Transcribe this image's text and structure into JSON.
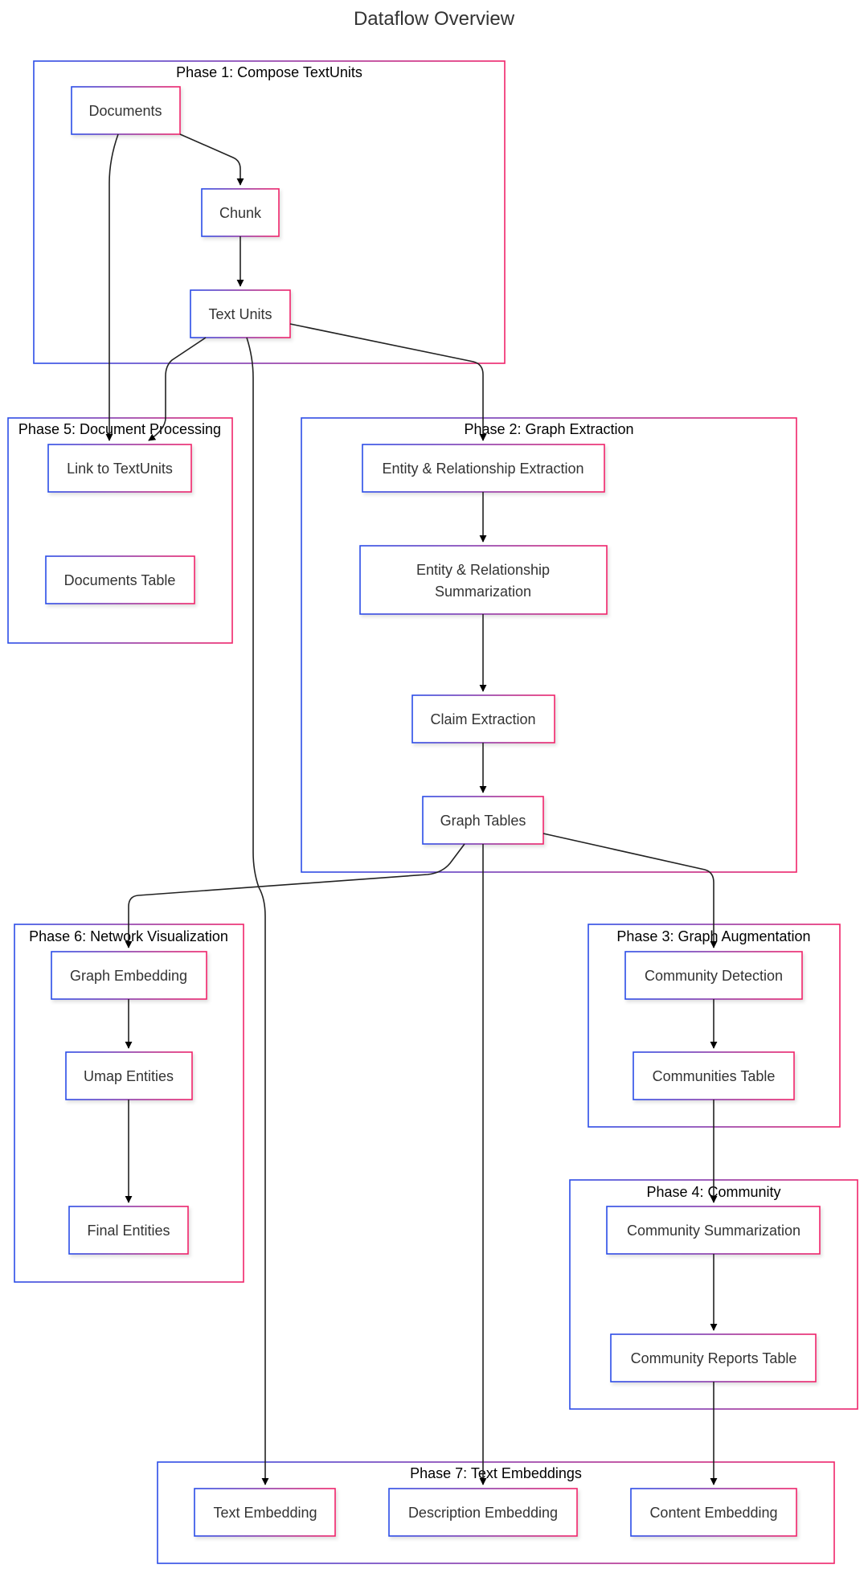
{
  "title": "Dataflow Overview",
  "colors": {
    "gradient_start": "#2b4de8",
    "gradient_end": "#f0246a",
    "edge": "#222222"
  },
  "groups": {
    "p1": "Phase 1: Compose TextUnits",
    "p2": "Phase 2: Graph Extraction",
    "p3": "Phase 3: Graph Augmentation",
    "p4": "Phase 4: Community",
    "p5": "Phase 5: Document Processing",
    "p6": "Phase 6: Network Visualization",
    "p7": "Phase 7: Text Embeddings"
  },
  "nodes": {
    "documents": "Documents",
    "chunk": "Chunk",
    "text_units": "Text Units",
    "link_textunits": "Link to TextUnits",
    "documents_table": "Documents Table",
    "er_extraction": "Entity & Relationship Extraction",
    "er_summarization_1": "Entity & Relationship",
    "er_summarization_2": "Summarization",
    "claim_extraction": "Claim Extraction",
    "graph_tables": "Graph Tables",
    "graph_embedding": "Graph Embedding",
    "umap_entities": "Umap Entities",
    "final_entities": "Final Entities",
    "community_detection": "Community Detection",
    "communities_table": "Communities Table",
    "community_summarization": "Community Summarization",
    "community_reports_table": "Community Reports Table",
    "text_embedding": "Text Embedding",
    "description_embedding": "Description Embedding",
    "content_embedding": "Content Embedding"
  }
}
